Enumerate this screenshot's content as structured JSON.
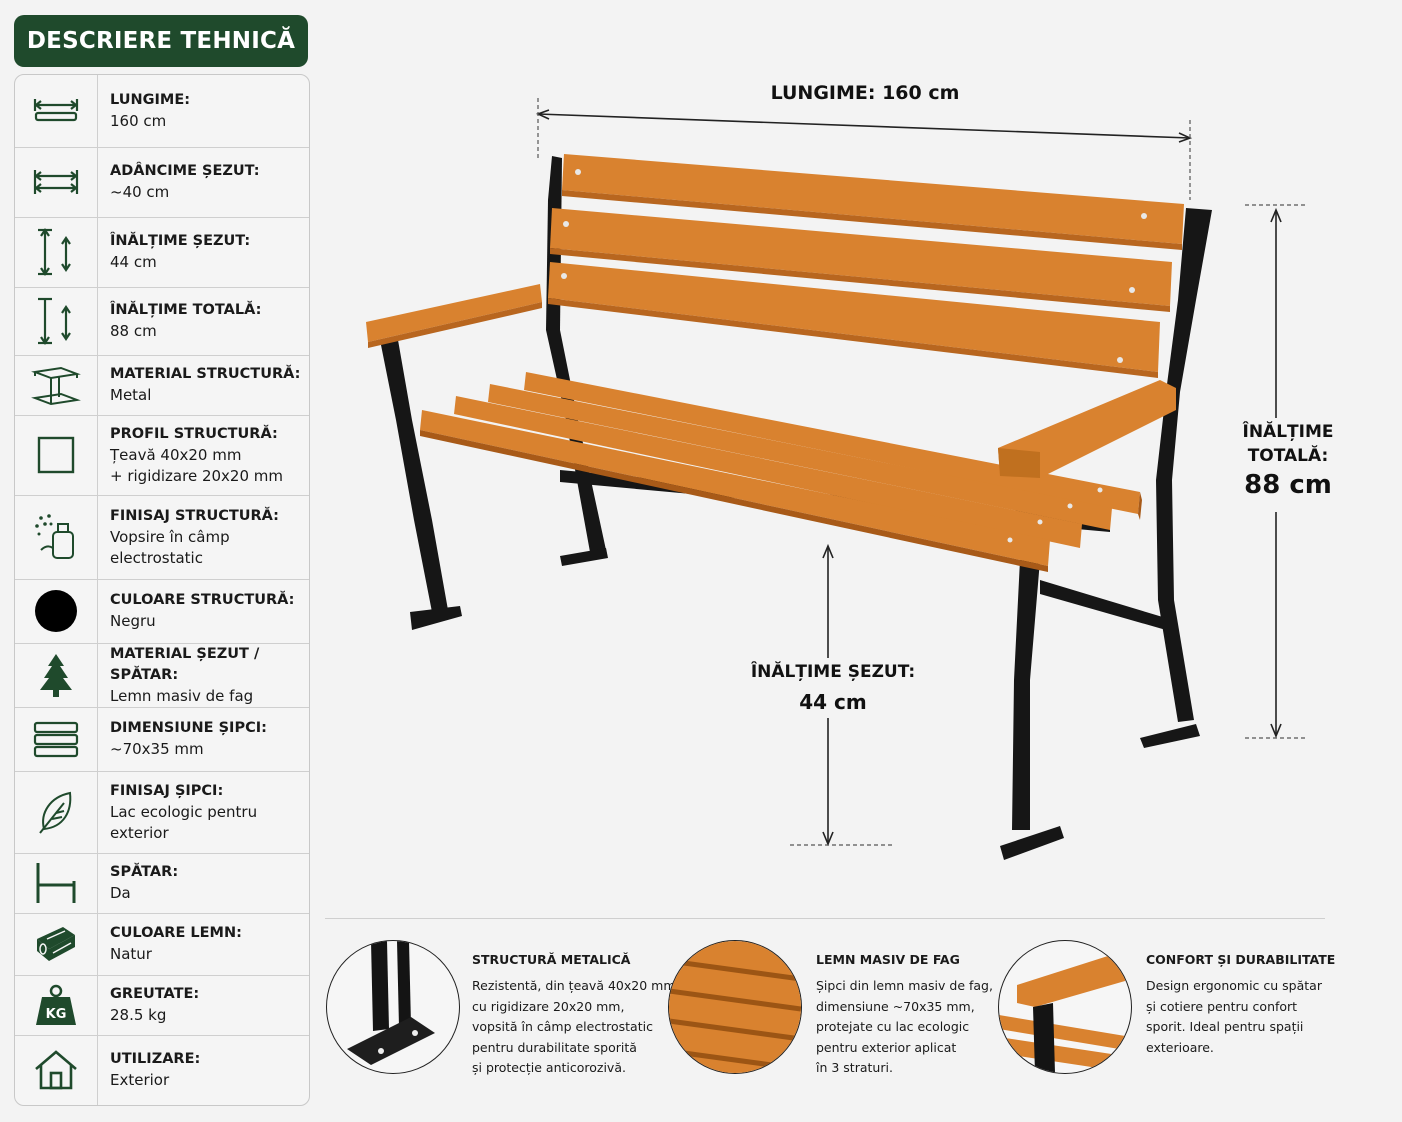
{
  "title": "DESCRIERE TEHNICĂ",
  "specs": [
    {
      "label": "LUNGIME:",
      "value": "160 cm",
      "icon": "length-icon"
    },
    {
      "label": "ADÂNCIME ȘEZUT:",
      "value": "~40 cm",
      "icon": "depth-icon"
    },
    {
      "label": "ÎNĂLȚIME ȘEZUT:",
      "value": "44 cm",
      "icon": "seat-height-icon"
    },
    {
      "label": "ÎNĂLȚIME TOTALĂ:",
      "value": "88 cm",
      "icon": "total-height-icon"
    },
    {
      "label": "MATERIAL STRUCTURĂ:",
      "value": "Metal",
      "icon": "steel-beam-icon"
    },
    {
      "label": "PROFIL STRUCTURĂ:",
      "value": "Țeavă 40x20 mm\n+ rigidizare 20x20 mm",
      "icon": "square-profile-icon"
    },
    {
      "label": "FINISAJ STRUCTURĂ:",
      "value": "Vopsire în câmp\nelectrostatic",
      "icon": "spray-paint-icon"
    },
    {
      "label": "CULOARE STRUCTURĂ:",
      "value": "Negru",
      "icon": "black-color-icon"
    },
    {
      "label": "MATERIAL ȘEZUT / SPĂTAR:",
      "value": "Lemn masiv de fag",
      "icon": "tree-icon"
    },
    {
      "label": "DIMENSIUNE ȘIPCI:",
      "value": "~70x35 mm",
      "icon": "slats-icon"
    },
    {
      "label": "FINISAJ ȘIPCI:",
      "value": "Lac ecologic pentru\nexterior",
      "icon": "leaf-icon"
    },
    {
      "label": "SPĂTAR:",
      "value": "Da",
      "icon": "backrest-icon"
    },
    {
      "label": "CULOARE LEMN:",
      "value": "Natur",
      "icon": "wood-log-icon"
    },
    {
      "label": "GREUTATE:",
      "value": "28.5 kg",
      "icon": "weight-icon",
      "icon_text": "KG"
    },
    {
      "label": "UTILIZARE:",
      "value": "Exterior",
      "icon": "house-icon"
    }
  ],
  "dimensions": {
    "length": "LUNGIME: 160 cm",
    "total_height_label": "ÎNĂLȚIME\nTOTALĂ:",
    "total_height_value": "88 cm",
    "seat_height_label": "ÎNĂLȚIME ȘEZUT:",
    "seat_height_value": "44 cm"
  },
  "features": [
    {
      "title": "STRUCTURĂ METALICĂ",
      "text": "Rezistentă, din țeavă 40x20 mm\ncu rigidizare 20x20 mm,\nvopsită în câmp electrostatic\npentru durabilitate sporită\nși protecție anticorozivă.",
      "image": "metal-leg-detail"
    },
    {
      "title": "LEMN MASIV DE FAG",
      "text": "Șipci din lemn masiv de fag,\ndimensiune ~70x35 mm,\nprotejate cu lac ecologic\npentru exterior aplicat\nîn 3 straturi.",
      "image": "wood-slats-detail"
    },
    {
      "title": "CONFORT ȘI DURABILITATE",
      "text": "Design ergonomic cu spătar\nși cotiere pentru confort\nsporit. Ideal pentru spații\nexterioare.",
      "image": "armrest-detail"
    }
  ],
  "colors": {
    "brand_green": "#1f4a2c",
    "wood": "#d9822f",
    "metal": "#141414"
  }
}
